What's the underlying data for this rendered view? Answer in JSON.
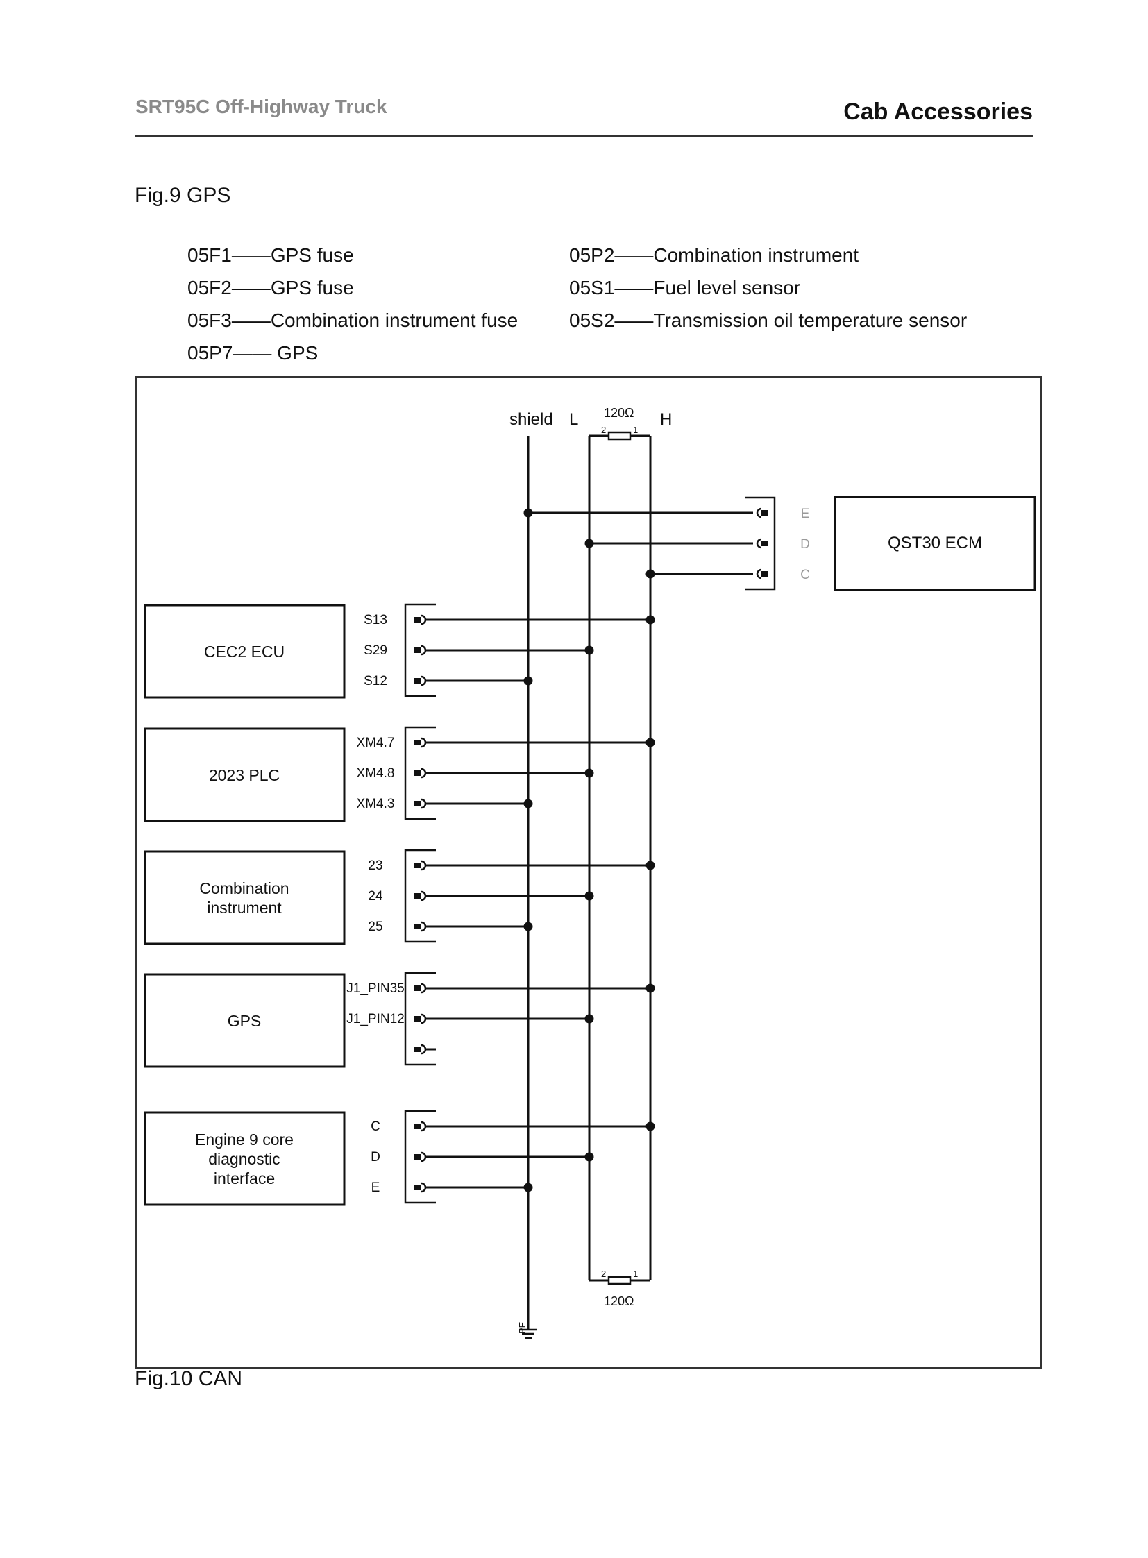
{
  "header": {
    "doc_title": "SRT95C Off-Highway Truck",
    "section_title": "Cab Accessories"
  },
  "figure9": {
    "caption": "Fig.9 GPS",
    "legend": [
      "05F1——GPS fuse",
      "05F2——GPS fuse",
      "05F3——Combination instrument fuse",
      "05P7—— GPS",
      "05P2——Combination instrument",
      "05S1——Fuel level sensor",
      "05S2——Transmission oil temperature sensor"
    ]
  },
  "figure10": {
    "caption": "Fig.10 CAN",
    "bus": {
      "shield_label": "shield",
      "low_label": "L",
      "high_label": "H",
      "terminator_value": "120Ω",
      "terminator_pin_a": "2",
      "terminator_pin_b": "1",
      "ground_label": "PE"
    },
    "ecm": {
      "label": "QST30 ECM",
      "pins": [
        "E",
        "D",
        "C"
      ]
    },
    "modules": [
      {
        "label": "CEC2   ECU",
        "pins": [
          "S13",
          "S29",
          "S12"
        ]
      },
      {
        "label": "2023 PLC",
        "pins": [
          "XM4.7",
          "XM4.8",
          "XM4.3"
        ]
      },
      {
        "label": "Combination\ninstrument",
        "pins": [
          "23",
          "24",
          "25"
        ]
      },
      {
        "label": "GPS",
        "pins": [
          "J1_PIN35",
          "J1_PIN12",
          ""
        ]
      },
      {
        "label": "Engine 9 core\ndiagnostic\ninterface",
        "pins": [
          "C",
          "D",
          "E"
        ]
      }
    ]
  }
}
